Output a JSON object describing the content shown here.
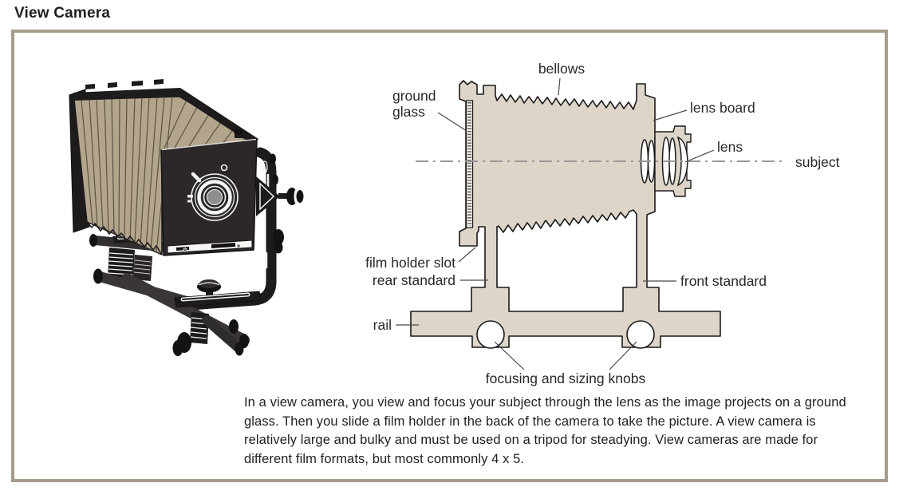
{
  "page_title": "View Camera",
  "figure": {
    "caption": "In a view camera, you view and focus your subject through the lens as the image projects on a ground glass. Then you slide a film holder in the back of the camera to take the picture. A view camera is relatively large and bulky and must be used on a tripod for steadying. View cameras are made for different film formats, but most commonly 4 x 5.",
    "schematic_labels": {
      "bellows": "bellows",
      "ground_glass": [
        "ground",
        "glass"
      ],
      "lens_board": "lens board",
      "lens": "lens",
      "subject": "subject",
      "film_holder_slot": "film holder slot",
      "rear_standard": "rear standard",
      "front_standard": "front standard",
      "rail": "rail",
      "focusing_knobs": "focusing and sizing knobs"
    },
    "colors": {
      "box_border": "#a59c8a",
      "schematic_fill": "#ddd5c8",
      "outline": "#1a1a1a",
      "centerline": "#9a9a9a",
      "bellows_tan": "#b3a48c",
      "camera_black": "#211d1e",
      "text": "#221e1f"
    }
  }
}
